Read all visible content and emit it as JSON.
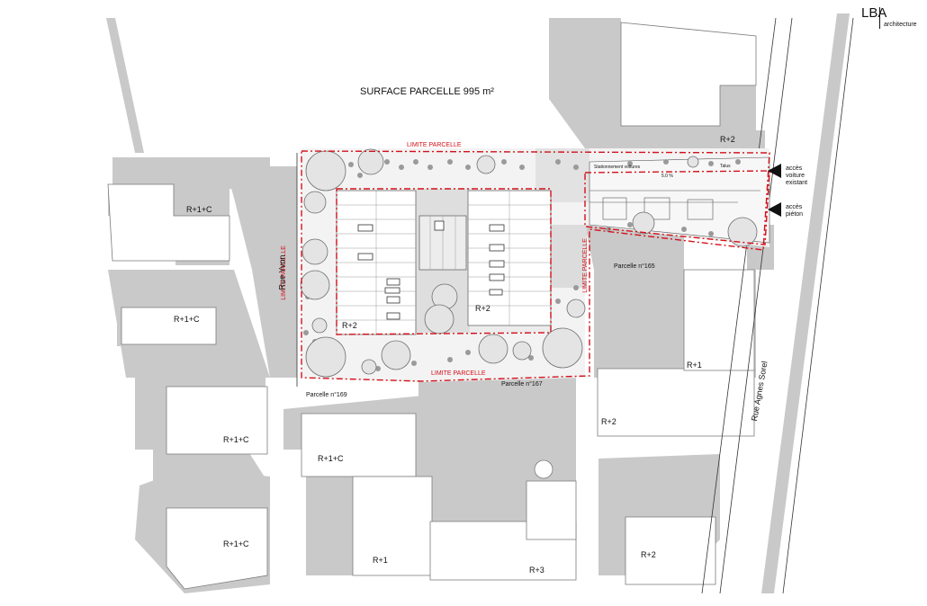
{
  "title": "SURFACE PARCELLE 995 m²",
  "logo": {
    "mark": "LBA",
    "sub": "architecture"
  },
  "streets": {
    "west": "Rue Yvon",
    "east": "Rue Agnes Sorel"
  },
  "site_limits": {
    "top": "LIMITE PARCELLE",
    "bottom": "LIMITE PARCELLE",
    "left": "LIMITE PARCELLE",
    "right": "LIMITE PARCELLE"
  },
  "parcels": {
    "p165": "Parcelle n°165",
    "p167": "Parcelle n°167",
    "p169": "Parcelle n°169"
  },
  "building_heights": {
    "west_top": "R+1+C",
    "west_mid": "R+1+C",
    "west_low": "R+1+C",
    "west_bottom": "R+1+C",
    "south_centre_left": "R+1+C",
    "site_left": "R+2",
    "site_right": "R+2",
    "north_east": "R+2",
    "east": "R+1",
    "south_east_mid": "R+2",
    "south_r1": "R+1",
    "south_r3": "R+3",
    "south_east": "R+2"
  },
  "access": {
    "car": [
      "accès",
      "voiture",
      "existant"
    ],
    "pedestrian": [
      "accès",
      "piéton"
    ]
  },
  "parking_labels": [
    "Stationnement voitures",
    "Talus",
    "5.0 %"
  ],
  "colors": {
    "shade": "#c9c9c9",
    "limit": "#d2111a",
    "tree": "#e6e6e6",
    "hedge": "#8a8a8a"
  }
}
